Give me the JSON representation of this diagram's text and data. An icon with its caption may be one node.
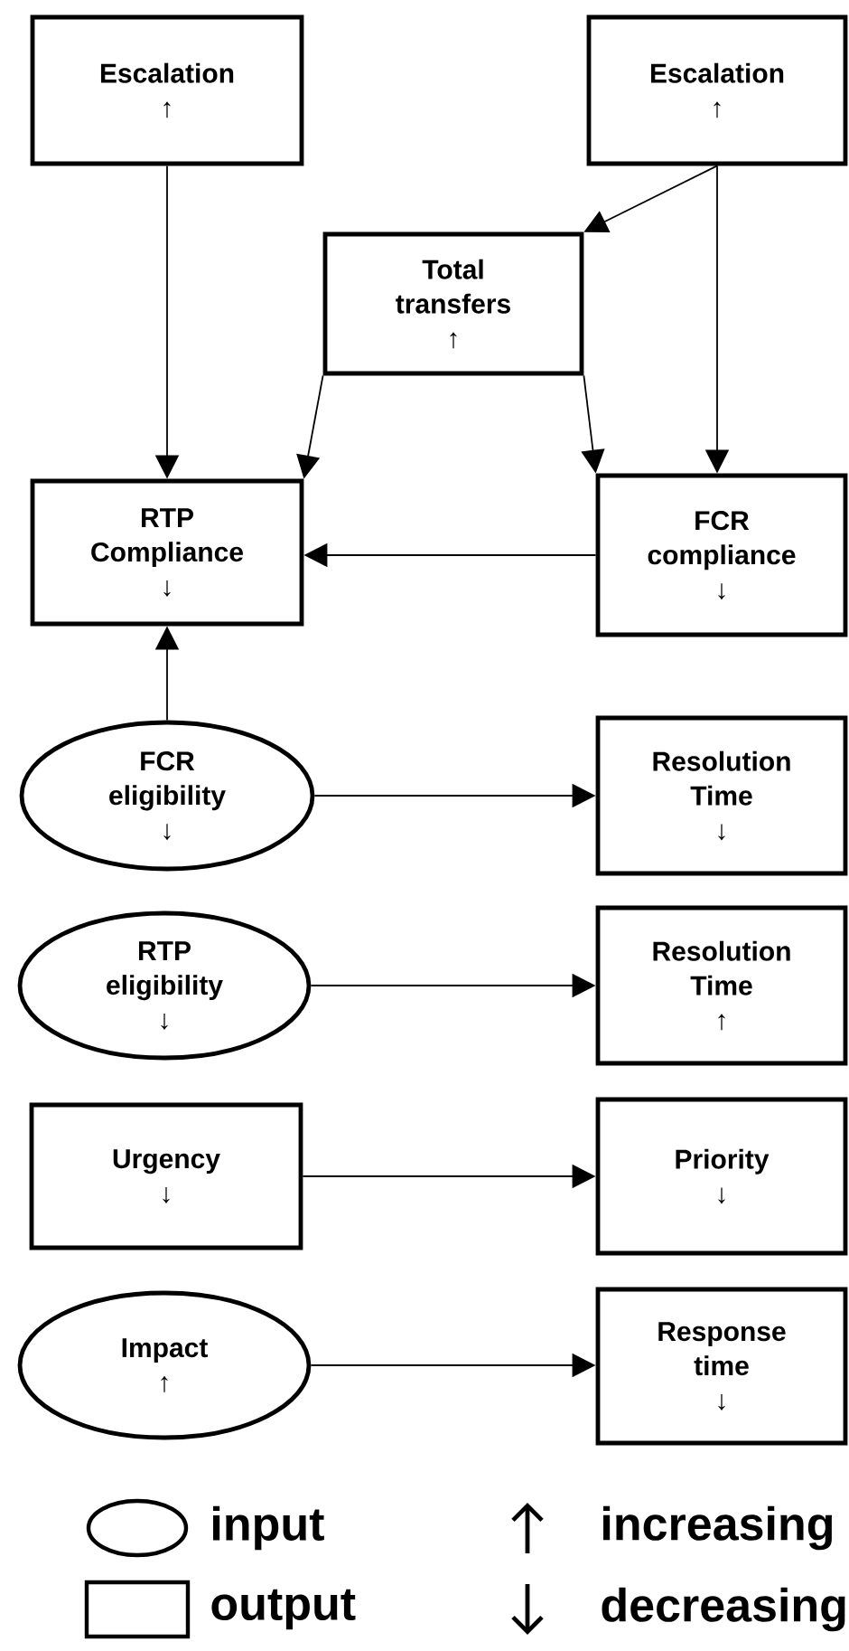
{
  "diagram": {
    "nodes": [
      {
        "text": [
          "Escalation",
          "↑"
        ]
      },
      {
        "text": [
          "Escalation",
          "↑"
        ]
      },
      {
        "text": [
          "Total transfers",
          "↑"
        ]
      },
      {
        "text": [
          "RTP Compliance",
          "↓"
        ]
      },
      {
        "text": [
          "FCR compliance",
          "↓"
        ]
      },
      {
        "text": [
          "FCR eligibility",
          "↓"
        ]
      },
      {
        "text": [
          "Resolution Time",
          "↓"
        ]
      },
      {
        "text": [
          "RTP eligibility",
          "↓"
        ]
      },
      {
        "text": [
          "Resolution Time",
          "↑"
        ]
      },
      {
        "text": [
          "Urgency",
          "↓"
        ]
      },
      {
        "text": [
          "Priority",
          "↓"
        ]
      },
      {
        "text": [
          "Impact",
          "↑"
        ]
      },
      {
        "text": [
          "Response time",
          "↓"
        ]
      }
    ],
    "edges": [
      {
        "from": 0,
        "to": 3,
        "arrow": "to"
      },
      {
        "from": 1,
        "to": 2,
        "arrow": "to"
      },
      {
        "from": 1,
        "to": 4,
        "arrow": "to"
      },
      {
        "from": 2,
        "to": 3,
        "arrow": "to"
      },
      {
        "from": 2,
        "to": 4,
        "arrow": "to"
      },
      {
        "from": 4,
        "to": 3,
        "arrow": "to"
      },
      {
        "from": 5,
        "to": 3,
        "arrow": "to"
      },
      {
        "from": 5,
        "to": 6,
        "arrow": "to"
      },
      {
        "from": 7,
        "to": 8,
        "arrow": "to"
      },
      {
        "from": 9,
        "to": 10,
        "arrow": "to"
      },
      {
        "from": 11,
        "to": 12,
        "arrow": "to"
      }
    ],
    "legend": [
      {
        "text": "input"
      },
      {
        "text": "output"
      },
      {
        "text": "increasing"
      },
      {
        "text": "decreasing"
      }
    ]
  }
}
